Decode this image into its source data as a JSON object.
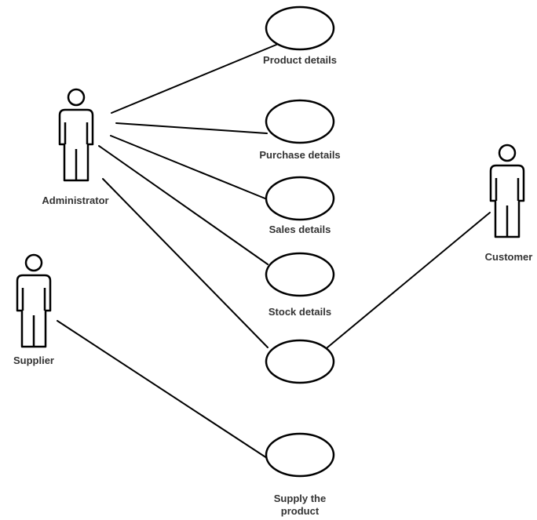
{
  "actors": {
    "administrator": "Administrator",
    "customer": "Customer",
    "supplier": "Supplier"
  },
  "use_cases": {
    "product_details": "Product details",
    "purchase_details": "Purchase details",
    "sales_details": "Sales details",
    "stock_details": "Stock details",
    "unlabeled_use_case": "",
    "supply_the_product": "Supply the product"
  },
  "colors": {
    "stroke": "#000000",
    "text": "#333333",
    "background": "#ffffff"
  }
}
